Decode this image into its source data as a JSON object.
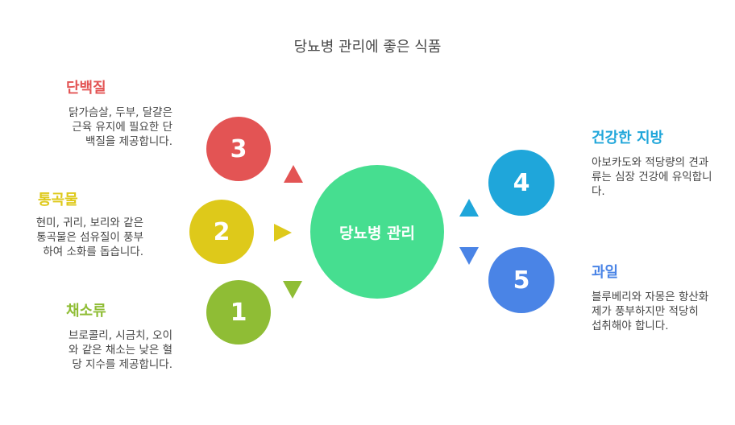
{
  "title": "당뇨병 관리에 좋은 식품",
  "center": {
    "label": "당뇨병 관리",
    "color": "#46de90"
  },
  "items": [
    {
      "number": "3",
      "heading": "단백질",
      "description": "닭가슴살, 두부, 달걀은 근육 유지에 필요한 단백질을 제공합니다.",
      "color": "#e35454"
    },
    {
      "number": "2",
      "heading": "통곡물",
      "description": "현미, 귀리, 보리와 같은 통곡물은 섬유질이 풍부하여 소화를 돕습니다.",
      "color": "#dec91a"
    },
    {
      "number": "1",
      "heading": "채소류",
      "description": "브로콜리, 시금치, 오이와 같은 채소는 낮은 혈당 지수를 제공합니다.",
      "color": "#8fbd35"
    },
    {
      "number": "4",
      "heading": "건강한 지방",
      "description": "아보카도와 적당량의 견과류는 심장 건강에 유익합니다.",
      "color": "#1fa6da"
    },
    {
      "number": "5",
      "heading": "과일",
      "description": "블루베리와 자몽은 항산화제가 풍부하지만 적당히 섭취해야 합니다.",
      "color": "#4a84e6"
    }
  ]
}
